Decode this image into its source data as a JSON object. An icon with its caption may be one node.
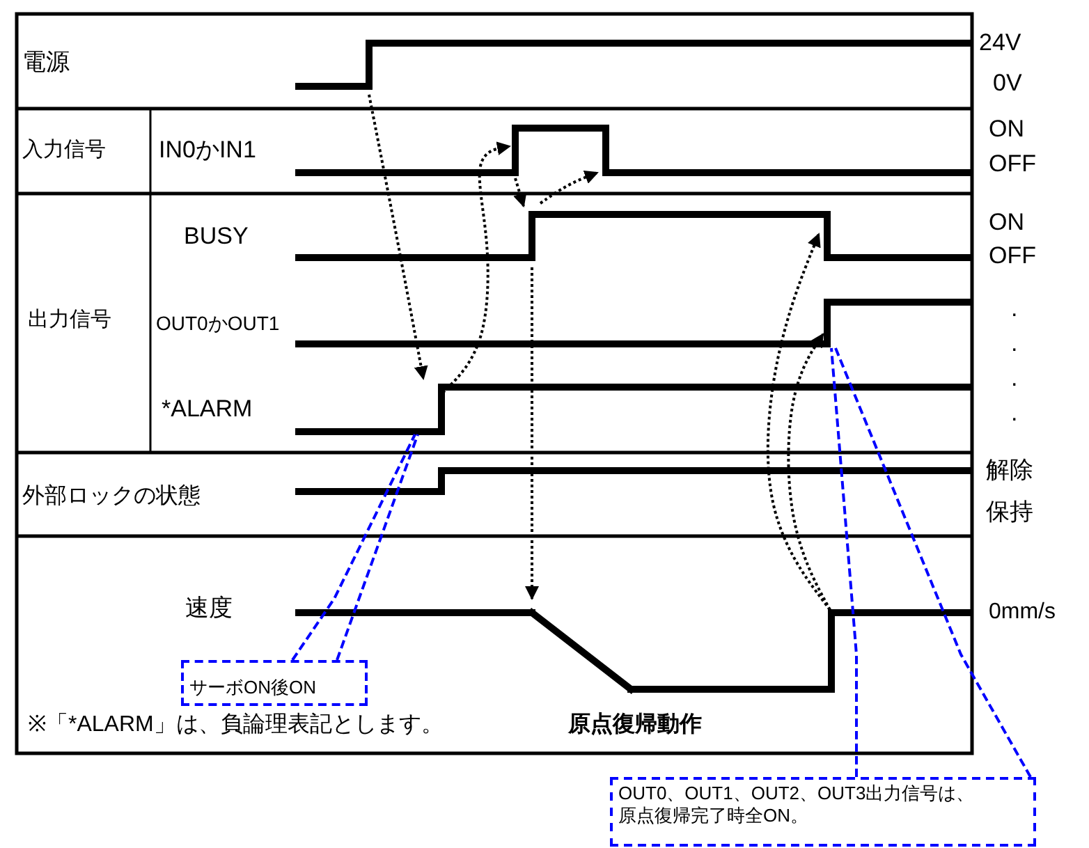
{
  "diagram": {
    "nodes": [
      {
        "text": [
          "サーボON後ON"
        ]
      },
      {
        "text": [
          "OUT0、OUT1、OUT2、OUT3出力信号は、原点復帰完了時全ON。"
        ]
      },
      {
        "text": [],
        "shape": "line"
      },
      {
        "text": [],
        "shape": "line"
      }
    ],
    "edges": [
      {
        "from": 0,
        "to": 3,
        "arrow": "none",
        "style": "dashed"
      },
      {
        "from": 0,
        "to": 3,
        "arrow": "none",
        "style": "dashed"
      },
      {
        "from": 1,
        "to": 2,
        "arrow": "none",
        "style": "dashed"
      },
      {
        "from": 1,
        "to": 2,
        "arrow": "none",
        "style": "dashed"
      }
    ],
    "labels": [
      "電源",
      "24V",
      "0V",
      "入力信号",
      "IN0かIN1",
      "ON",
      "OFF",
      "BUSY",
      "ON",
      "OFF",
      "出力信号",
      "OUT0かOUT1",
      ".",
      ".",
      "*ALARM",
      ".",
      ".",
      "外部ロックの状態",
      "解除",
      "保持",
      "速度",
      "0mm/s",
      "※「*ALARM」は、負論理表記とします。",
      "原点復帰動作"
    ]
  }
}
